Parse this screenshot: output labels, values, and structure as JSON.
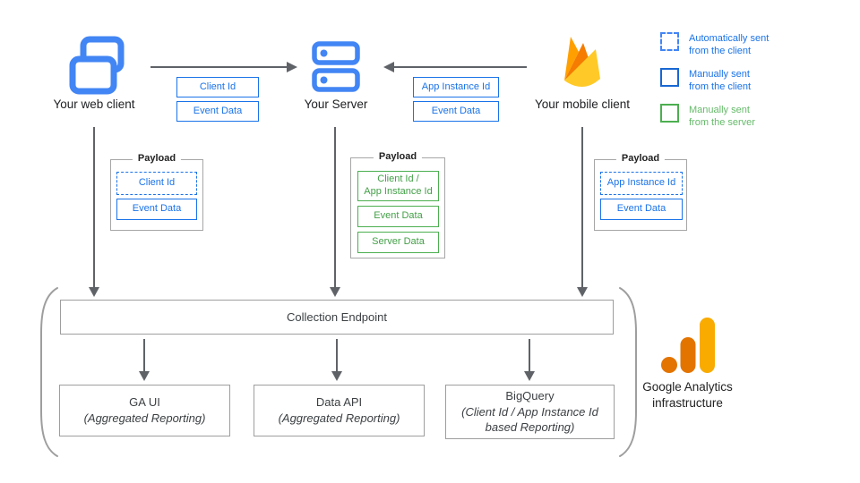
{
  "clients": {
    "web": {
      "label": "Your web client"
    },
    "server": {
      "label": "Your Server"
    },
    "mobile": {
      "label": "Your mobile client"
    }
  },
  "flows": {
    "web_to_server": {
      "fields": [
        {
          "label": "Client Id"
        },
        {
          "label": "Event Data"
        }
      ]
    },
    "mobile_to_server": {
      "fields": [
        {
          "label": "App Instance Id"
        },
        {
          "label": "Event Data"
        }
      ]
    }
  },
  "legend": {
    "items": [
      {
        "label": "Automatically sent\nfrom the client",
        "style": "dashed-blue"
      },
      {
        "label": "Manually sent\nfrom the client",
        "style": "solid-blue"
      },
      {
        "label": "Manually sent\nfrom the server",
        "style": "solid-green"
      }
    ]
  },
  "payloads": {
    "web": {
      "title": "Payload",
      "fields": [
        {
          "label": "Client Id",
          "style": "dashed-blue"
        },
        {
          "label": "Event Data",
          "style": "solid-blue"
        }
      ]
    },
    "server": {
      "title": "Payload",
      "fields": [
        {
          "label": "Client Id /\nApp Instance Id",
          "style": "solid-green"
        },
        {
          "label": "Event Data",
          "style": "solid-green"
        },
        {
          "label": "Server Data",
          "style": "solid-green"
        }
      ]
    },
    "mobile": {
      "title": "Payload",
      "fields": [
        {
          "label": "App Instance Id",
          "style": "dashed-blue"
        },
        {
          "label": "Event Data",
          "style": "solid-blue"
        }
      ]
    }
  },
  "infrastructure": {
    "endpoint_label": "Collection Endpoint",
    "outputs": [
      {
        "name": "GA UI",
        "detail": "(Aggregated Reporting)"
      },
      {
        "name": "Data API",
        "detail": "(Aggregated Reporting)"
      },
      {
        "name": "BigQuery",
        "detail": "(Client Id / App Instance Id\nbased Reporting)"
      }
    ],
    "brand_label": "Google Analytics\ninfrastructure"
  },
  "colors": {
    "google_blue": "#4285f4",
    "box_blue": "#1a73e8",
    "box_green": "#4caf50",
    "legend_green": "#66bb6a",
    "arrow_gray": "#5f6368",
    "border_gray": "#9e9e9e",
    "ga_orange": "#e37400",
    "ga_yellow": "#f9ab00",
    "firebase_amber": "#ffa000",
    "firebase_orange": "#f57c00",
    "firebase_yellow": "#ffca28"
  }
}
